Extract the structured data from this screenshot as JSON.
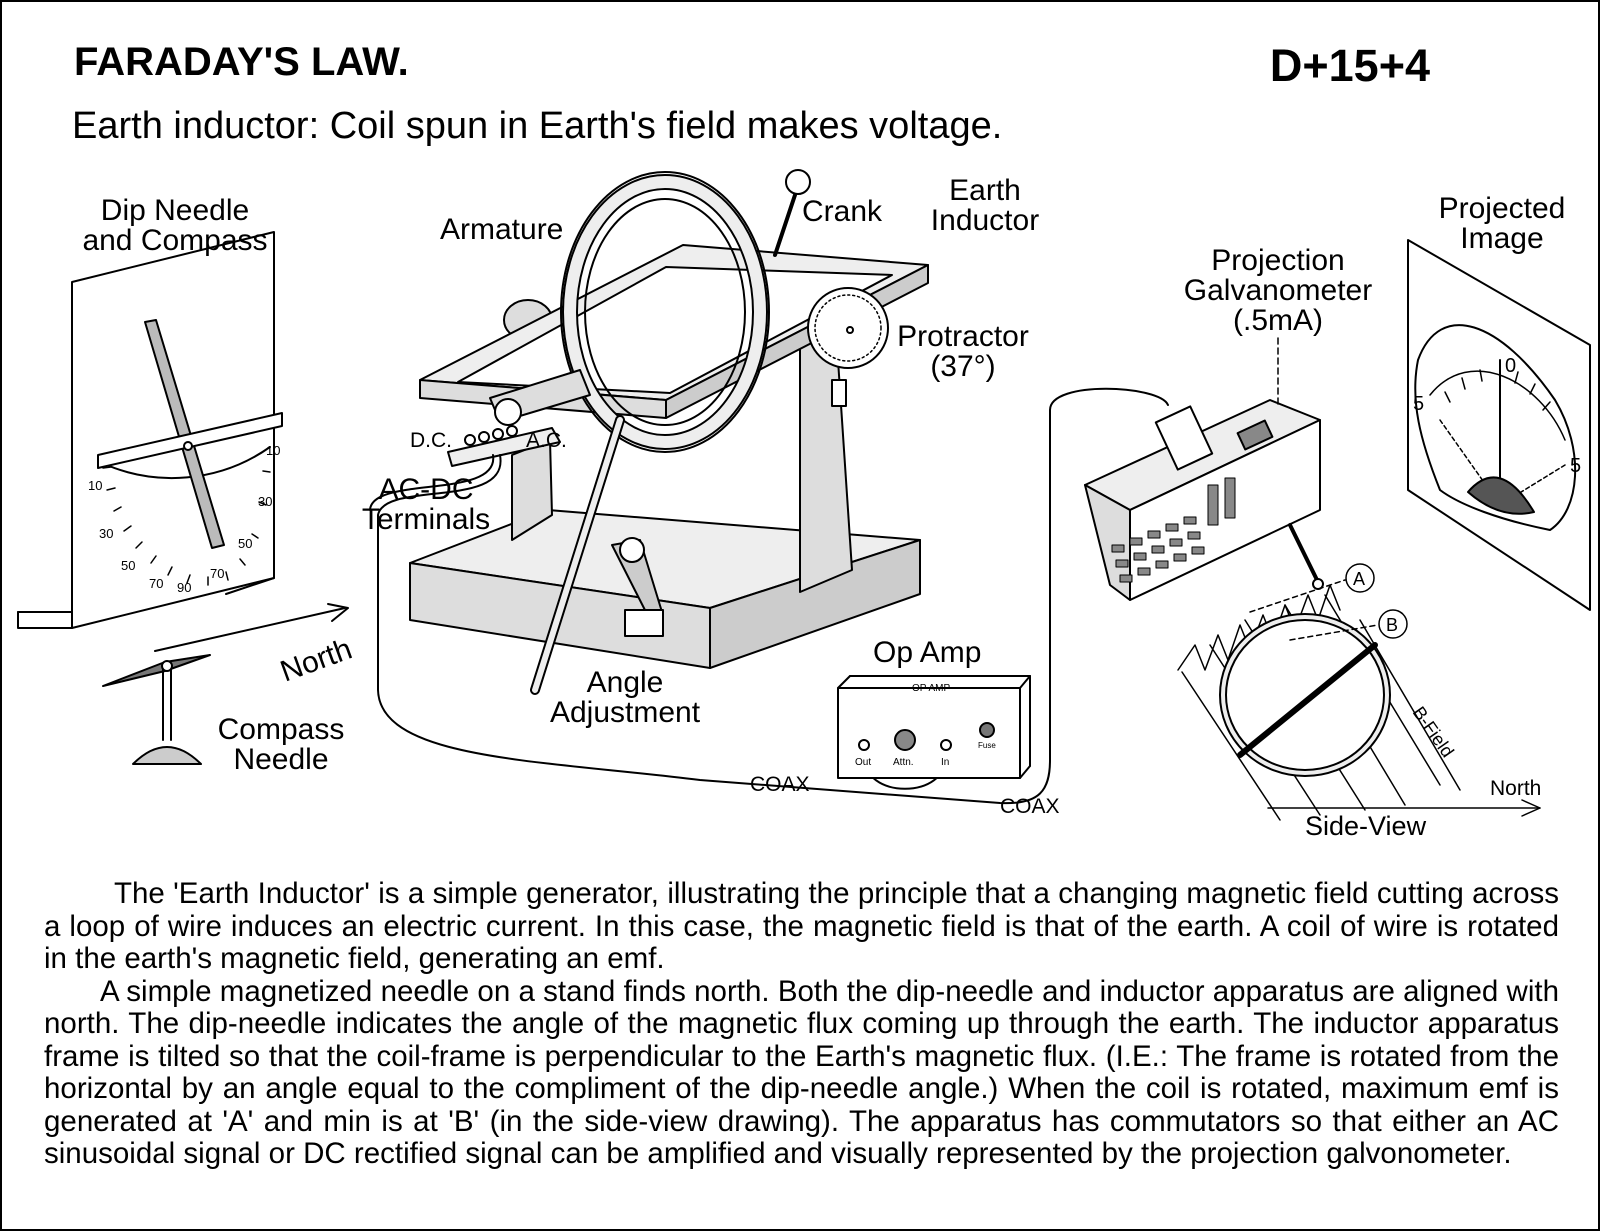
{
  "header": {
    "title": "FARADAY'S LAW.",
    "code": "D+15+4",
    "subtitle": "Earth inductor: Coil spun in Earth's field makes voltage."
  },
  "labels": {
    "dip_needle": [
      "Dip Needle",
      "and Compass"
    ],
    "armature": "Armature",
    "crank": "Crank",
    "earth_inductor": [
      "Earth",
      "Inductor"
    ],
    "projected_image": [
      "Projected",
      "Image"
    ],
    "projection_galvanometer": [
      "Projection",
      "Galvanometer",
      "(.5mA)"
    ],
    "protractor": [
      "Protractor",
      "(37°)"
    ],
    "dc": "D.C.",
    "ac": "A.C.",
    "ac_dc_terminals": [
      "AC-DC",
      "Terminals"
    ],
    "north_arrow": "North",
    "compass_needle": [
      "Compass",
      "Needle"
    ],
    "angle_adjustment": [
      "Angle",
      "Adjustment"
    ],
    "op_amp": "Op Amp",
    "op_amp_panel": "OP AMP",
    "op_amp_out": "Out",
    "op_amp_attn": "Attn.",
    "op_amp_in": "In",
    "op_amp_fuse": "Fuse",
    "coax_1": "COAX",
    "coax_2": "COAX",
    "point_a": "A",
    "point_b": "B",
    "b_field": "B-Field",
    "north_side": "North",
    "side_view": "Side-View",
    "dip_scale": [
      "10",
      "10",
      "30",
      "30",
      "50",
      "50",
      "70",
      "70",
      "90"
    ],
    "image_scale": [
      "0",
      "5",
      "5"
    ]
  },
  "description": [
    "The 'Earth Inductor' is a simple generator, illustrating the principle that a changing magnetic field cutting across a loop of wire induces an electric current.  In this case, the magnetic field is that of the earth. A coil of wire is rotated in the earth's magnetic field, generating an emf.",
    "A simple magnetized needle on a stand finds north. Both the dip-needle and inductor apparatus are aligned with north.  The dip-needle indicates the angle of the magnetic flux coming up through the earth. The inductor apparatus frame is tilted so that the coil-frame is perpendicular to the Earth's magnetic flux. (I.E.: The frame is rotated from the horizontal by an angle equal to the compliment of the dip-needle angle.) When the coil is rotated, maximum emf is generated at 'A' and min is at 'B' (in the side-view drawing).  The apparatus has commutators so that either an AC sinusoidal signal or DC rectified signal can be amplified and visually represented by the projection galvonometer."
  ]
}
